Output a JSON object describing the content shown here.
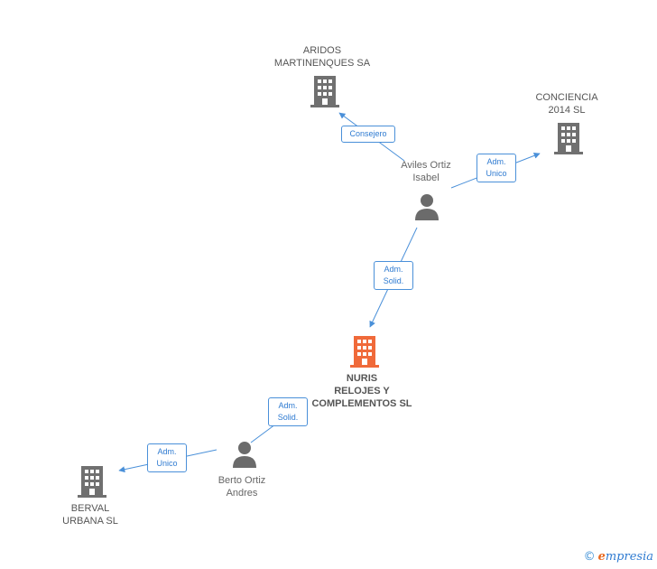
{
  "nodes": {
    "aridos": {
      "name": "ARIDOS\nMARTINENQUES SA",
      "type": "company"
    },
    "conciencia": {
      "name": "CONCIENCIA\n2014  SL",
      "type": "company"
    },
    "aviles": {
      "name": "Aviles Ortiz\nIsabel",
      "type": "person"
    },
    "nuris": {
      "name": "NURIS\nRELOJES Y\nCOMPLEMENTOS SL",
      "type": "company",
      "highlight": true
    },
    "berto": {
      "name": "Berto Ortiz\nAndres",
      "type": "person"
    },
    "berval": {
      "name": "BERVAL\nURBANA SL",
      "type": "company"
    }
  },
  "edges": {
    "consejero": {
      "label": "Consejero"
    },
    "adm_unico_1": {
      "label": "Adm.\nUnico"
    },
    "adm_solid_1": {
      "label": "Adm.\nSolid."
    },
    "adm_solid_2": {
      "label": "Adm.\nSolid."
    },
    "adm_unico_2": {
      "label": "Adm.\nUnico"
    }
  },
  "footer": {
    "copyright": "©",
    "brand_e": "e",
    "brand_rest": "mpresia"
  },
  "colors": {
    "edge": "#4a90d9",
    "company": "#707070",
    "highlight": "#f06a3a",
    "person": "#6b6b6b"
  },
  "icons": {
    "company": "building-icon",
    "person": "person-icon"
  }
}
